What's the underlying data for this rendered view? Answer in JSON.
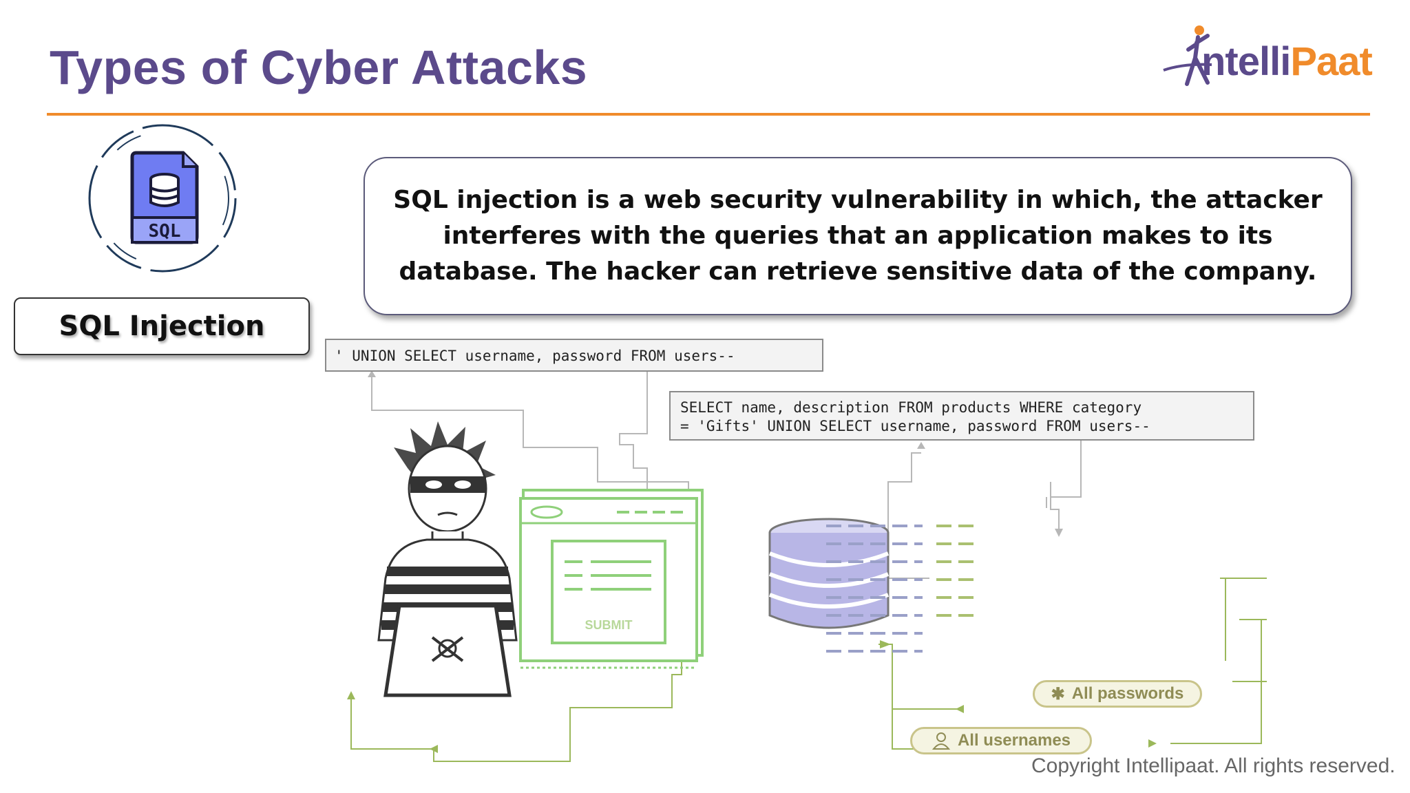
{
  "header": {
    "title": "Types of Cyber Attacks",
    "logo_part1": "ntelli",
    "logo_part2": "Paat"
  },
  "attack": {
    "icon_text": "SQL",
    "label": "SQL Injection",
    "description": "SQL injection is a web security vulnerability in which, the attacker interferes with the queries that an application makes to its database. The hacker can retrieve sensitive data of the company."
  },
  "diagram": {
    "payload": "' UNION SELECT username, password FROM users--",
    "query_line1": "SELECT name, description FROM products WHERE category",
    "query_line2": "= 'Gifts' UNION SELECT username, password FROM users--",
    "submit_label": "SUBMIT",
    "result_passwords": "All passwords",
    "result_usernames": "All usernames"
  },
  "footer": {
    "copyright": "Copyright Intellipaat. All rights reserved."
  },
  "colors": {
    "title": "#5b4a8b",
    "accent": "#f08b2b",
    "browser": "#8fd07a",
    "database": "#b8b6e6",
    "pill": "#c9c48a"
  }
}
